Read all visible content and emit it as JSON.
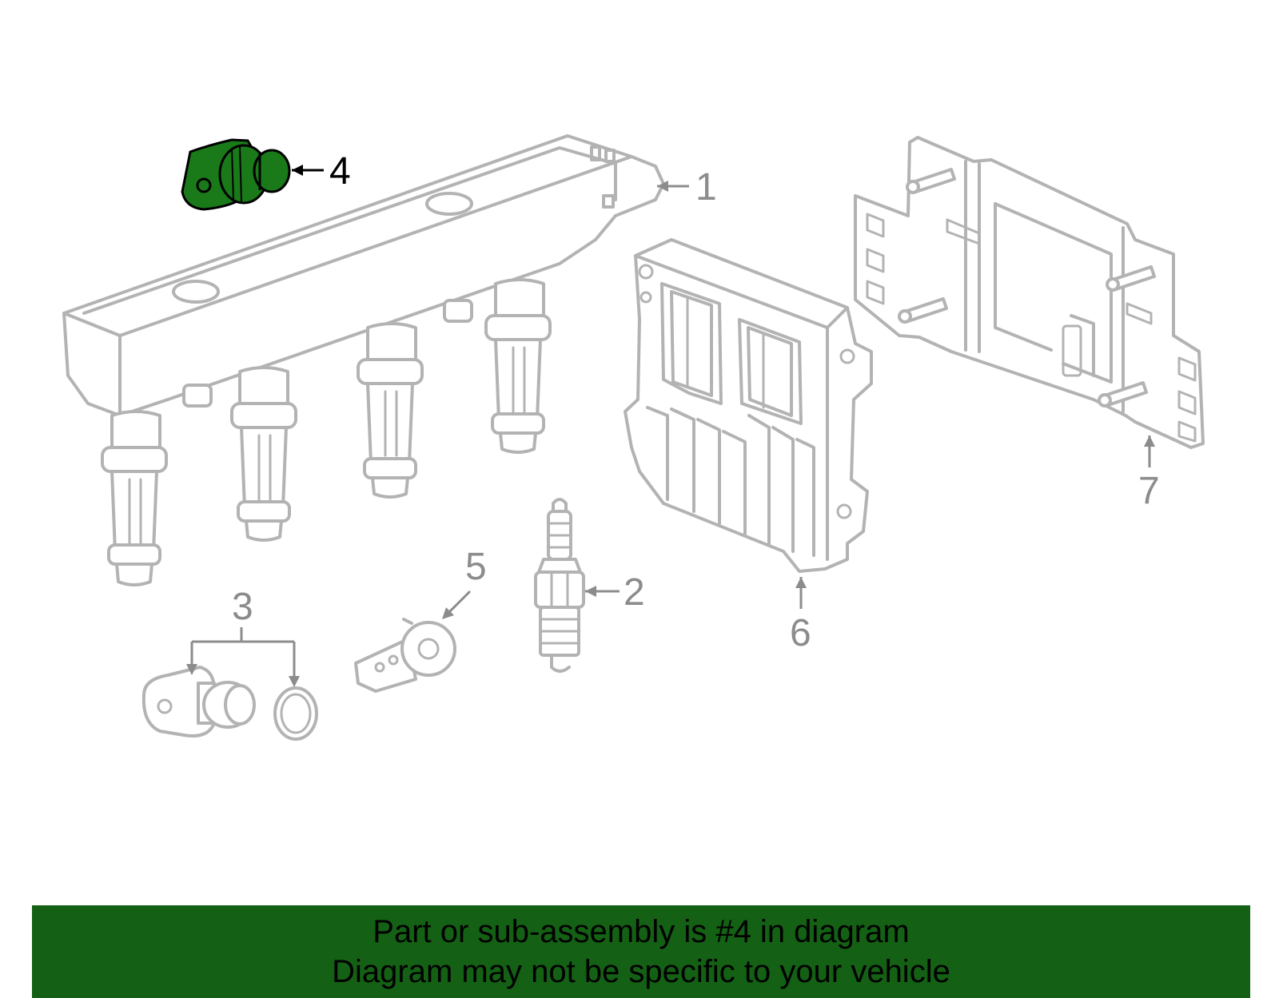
{
  "diagram": {
    "callouts": [
      "1",
      "2",
      "3",
      "4",
      "5",
      "6",
      "7"
    ],
    "highlighted_callout": "4",
    "colors": {
      "highlight_fill": "#1a7a1a",
      "part_line": "#b3b3b3",
      "callout_gray": "#8c8c8c",
      "banner": "#146014"
    }
  },
  "banner": {
    "line1": "Part or sub-assembly is #4 in diagram",
    "line2": "Diagram may not be specific to your vehicle"
  }
}
